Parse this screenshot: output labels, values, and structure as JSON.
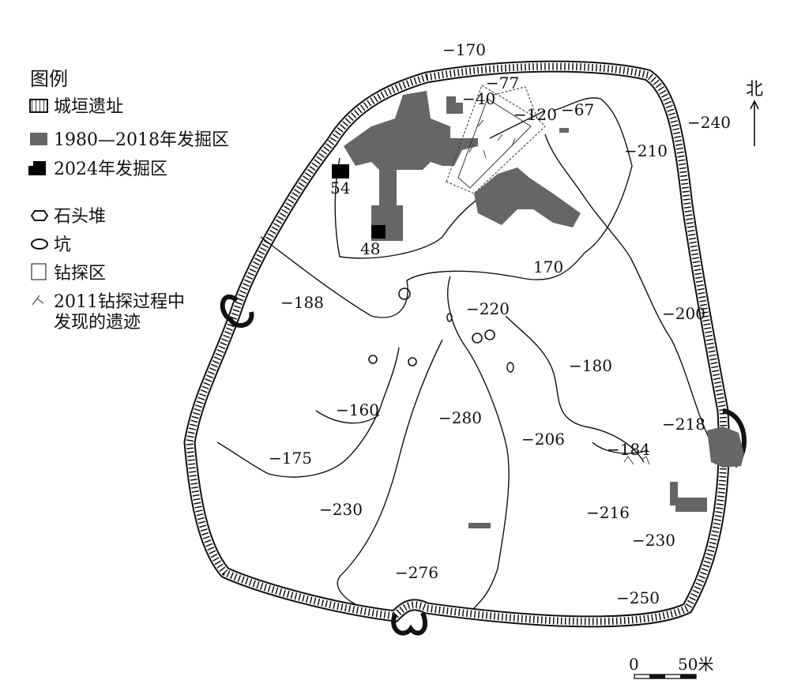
{
  "legend": {
    "title": "图例",
    "items": [
      {
        "id": "wall",
        "label": "城垣遗址"
      },
      {
        "id": "excav-1980",
        "label": "1980—2018年发掘区"
      },
      {
        "id": "excav-2024",
        "label": "2024年发掘区"
      },
      {
        "id": "stone",
        "label": "石头堆"
      },
      {
        "id": "pit",
        "label": "坑"
      },
      {
        "id": "drill",
        "label": "钻探区"
      },
      {
        "id": "relic",
        "label": "2011钻探过程中",
        "label2": "发现的遗迹"
      }
    ]
  },
  "north": {
    "label": "北"
  },
  "scale": {
    "zero": "0",
    "end": "50米"
  },
  "elevations": [
    "−170",
    "−77",
    "−40",
    "−120",
    "−67",
    "−240",
    "−210",
    "54",
    "48",
    "170",
    "−188",
    "−220",
    "−200",
    "−180",
    "−160",
    "−280",
    "−206",
    "−184",
    "−218",
    "−175",
    "−216",
    "−230",
    "−230",
    "−276",
    "−250"
  ],
  "colors": {
    "excav_old": "#666666",
    "excav_new": "#000000",
    "line": "#111111"
  }
}
